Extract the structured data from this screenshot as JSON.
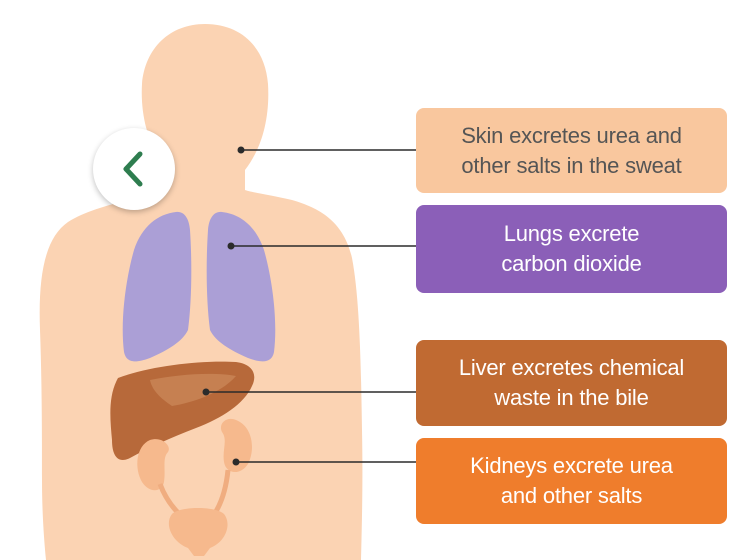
{
  "labels": {
    "skin": "Skin excretes urea and\nother salts in the sweat",
    "lungs": "Lungs excrete\ncarbon dioxide",
    "liver": "Liver excretes chemical\nwaste in the bile",
    "kidneys": "Kidneys excrete urea\nand other salts"
  },
  "back_button": {
    "icon": "chevron-left-icon"
  },
  "colors": {
    "background": "#ffffff",
    "body": "#fbd3b3",
    "lungs": "#ab9fd6",
    "liver": "#b7693a",
    "kidneys": "#f6b98d",
    "skin_box": "#f9c79e",
    "lungs_box": "#8b5fb8",
    "liver_box": "#c06a32",
    "kidneys_box": "#ef7d2c",
    "leader_line": "#2b2b2b",
    "chevron": "#2e7d4f"
  }
}
